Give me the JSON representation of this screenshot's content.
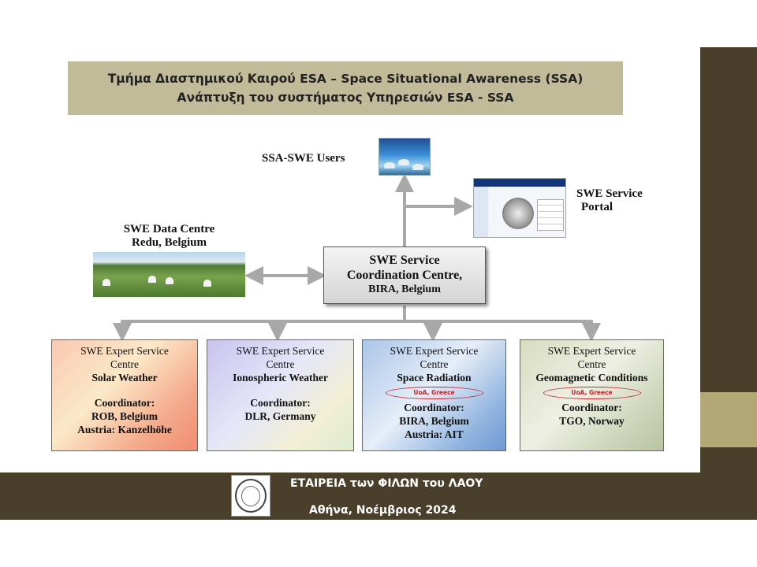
{
  "banner": {
    "line1": "Τμήμα Διαστημικού Καιρού ESA – Space Situational Awareness (SSA)",
    "line2": "Ανάπτυξη του συστήματος Υπηρεσιών ESA - SSA"
  },
  "diagram": {
    "users_label": "SSA-SWE Users",
    "portal_label_1": "SWE Service",
    "portal_label_2": "Portal",
    "data_centre_1": "SWE Data Centre",
    "data_centre_2": "Redu, Belgium",
    "coordination": {
      "line1": "SWE Service",
      "line2": "Coordination Centre,",
      "line3": "BIRA, Belgium"
    },
    "experts": [
      {
        "line1": "SWE Expert Service",
        "line2": "Centre",
        "name": "Solar Weather",
        "badge": "",
        "coord_label": "Coordinator:",
        "coord1": "ROB, Belgium",
        "coord2": "Austria: Kanzelhöhe"
      },
      {
        "line1": "SWE Expert Service",
        "line2": "Centre",
        "name": "Ionospheric Weather",
        "badge": "",
        "coord_label": "Coordinator:",
        "coord1": "DLR, Germany",
        "coord2": ""
      },
      {
        "line1": "SWE Expert Service",
        "line2": "Centre",
        "name": "Space Radiation",
        "badge": "UoA, Greece",
        "coord_label": "Coordinator:",
        "coord1": "BIRA, Belgium",
        "coord2": "Austria: AIT"
      },
      {
        "line1": "SWE Expert Service",
        "line2": "Centre",
        "name": "Geomagnetic Conditions",
        "badge": "UoA, Greece",
        "coord_label": "Coordinator:",
        "coord1": "TGO, Norway",
        "coord2": ""
      }
    ]
  },
  "footer": {
    "org": "ΕΤΑΙΡΕΙΑ των ΦΙΛΩΝ του ΛΑΟΥ",
    "place_date": "Αθήνα,  Νοέμβριος 2024"
  },
  "colors": {
    "footer_bg": "#4a3f2a",
    "banner_bg": "#c2bb99",
    "accent_bar": "#b3a776",
    "badge_red": "#c0262d"
  }
}
